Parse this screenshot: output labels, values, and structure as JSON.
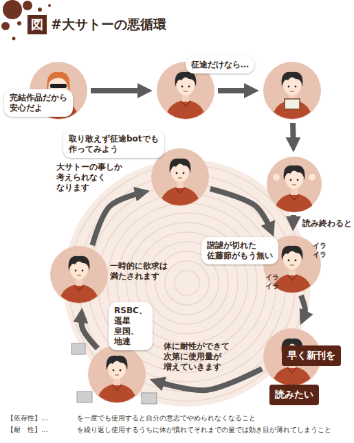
{
  "diagram": {
    "title": "#大サトーの悪循環",
    "nodes": [
      {
        "text": [
          "完結作品だから 安心だよ"
        ]
      },
      {
        "text": [
          "征途だけなら…"
        ]
      },
      {
        "text": []
      },
      {
        "text": [
          "取り敢えず征途botでも 作ってみよう",
          "大サトーの事しか 考えられなく なります"
        ]
      },
      {
        "text": [
          "読み終わると"
        ]
      },
      {
        "text": [
          "一時的に欲求は 満たされます"
        ]
      },
      {
        "text": [
          "諧謔が切れた 佐藤節がもう無い"
        ]
      },
      {
        "text": [
          "RSBC、遥星 皇国、地連",
          "体に耐性ができて 次第に使用量が 増えていきます"
        ]
      },
      {
        "text": [
          "早く新刊を",
          "読みたい"
        ]
      }
    ],
    "edges": [
      {
        "from": 0,
        "to": 1,
        "arrow": "to"
      },
      {
        "from": 1,
        "to": 2,
        "arrow": "to"
      },
      {
        "from": 2,
        "to": 4,
        "arrow": "to"
      },
      {
        "from": 4,
        "to": 6,
        "arrow": "to"
      },
      {
        "from": 3,
        "to": 6,
        "arrow": "to"
      },
      {
        "from": 6,
        "to": 8,
        "arrow": "to"
      },
      {
        "from": 8,
        "to": 7,
        "arrow": "to"
      },
      {
        "from": 7,
        "to": 5,
        "arrow": "to"
      },
      {
        "from": 5,
        "to": 3,
        "arrow": "to"
      }
    ],
    "labels": [
      "図",
      "イラ イラ",
      "イラ イラ",
      "【依存性】…",
      "を一度でも使用すると自分の意志でやめられなくなること",
      "【耐　性】…",
      "を繰り返し使用するうちに体が慣れてそれまでの量では効き目が薄れてしまうこと"
    ]
  }
}
